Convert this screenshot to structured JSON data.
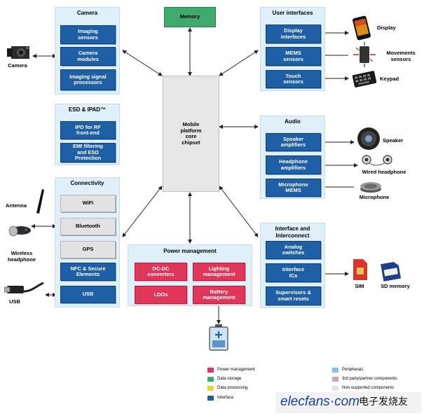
{
  "memory": "Memory",
  "chipset": "Mobile\nplatform\ncore\nchipset",
  "camera": {
    "title": "Camera",
    "blocks": [
      "Imaging\nsensors",
      "Camera\nmodules",
      "Imaging signal\nprocessors"
    ]
  },
  "esd": {
    "title": "ESD & IPAD™",
    "blocks": [
      "IPD for RF\nfront-end",
      "EMI filtering\nand ESD\nProtection"
    ]
  },
  "connectivity": {
    "title": "Connectivity",
    "blocks": [
      "WiFi",
      "Bluetooth",
      "GPS",
      "NFC & Secure\nElements",
      "USB"
    ]
  },
  "power": {
    "title": "Power management",
    "blocks": [
      "DC-DC\nconverters",
      "Lighting\nmanagement",
      "LDOs",
      "Battery\nmanagement"
    ]
  },
  "user_interfaces": {
    "title": "User interfaces",
    "blocks": [
      "Display\ninterfaces",
      "MEMS\nsensors",
      "Touch\nsensors"
    ]
  },
  "audio": {
    "title": "Audio",
    "blocks": [
      "Speaker\namplifiers",
      "Headphone\namplifiers",
      "Microphone\nMEMS"
    ]
  },
  "interconnect": {
    "title": "Interface and\nInterconnect",
    "blocks": [
      "Analog\nswitches",
      "Interface\nICs",
      "Supervisors &\nsmart resets"
    ]
  },
  "external": {
    "camera": "Camera",
    "antenna": "Antenna",
    "wireless_headphone": "Wireless\nheadphone",
    "usb": "USB",
    "display": "Display",
    "movements_sensors": "Movements\nsensors",
    "keypad": "Keypad",
    "speaker": "Speaker",
    "wired_headphone": "Wired headphone",
    "microphone": "Microphone",
    "sim": "SIM",
    "sd_memory": "SD memory"
  },
  "legend": {
    "items": [
      {
        "label": "Power management",
        "color": "#e0365a"
      },
      {
        "label": "Data storage",
        "color": "#3faa6c"
      },
      {
        "label": "Data processing",
        "color": "#f0d22e"
      },
      {
        "label": "Interface",
        "color": "#1f5fa6"
      },
      {
        "label": "Peripherals",
        "color": "#7ec3e6"
      },
      {
        "label": "3rd party/partner components",
        "color": "#c9a0c9"
      },
      {
        "label": "Non-supported components",
        "color": "#e2e2e2"
      }
    ]
  },
  "watermark": {
    "brand": "elecfans·com",
    "chinese": "电子发烧友"
  }
}
